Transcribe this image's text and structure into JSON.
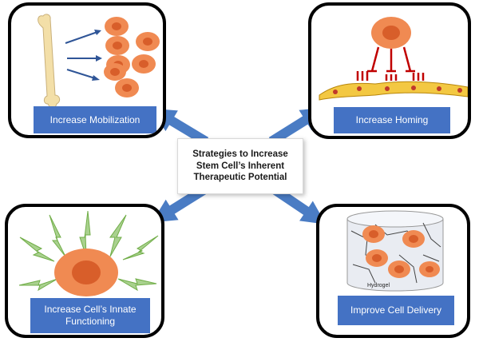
{
  "center": {
    "text": "Strategies to Increase Stem Cell’s Inherent Therapeutic Potential"
  },
  "panels": {
    "mobilization": {
      "label": "Increase Mobilization"
    },
    "homing": {
      "label": "Increase Homing"
    },
    "functioning": {
      "label": "Increase Cell’s Innate Functioning"
    },
    "delivery": {
      "label": "Improve Cell Delivery",
      "hydrogel_text": "Hydrogel"
    }
  },
  "colors": {
    "label_bg": "#4472c4",
    "arrow": "#4a7cc4",
    "cell_outer": "#f08a52",
    "cell_nucleus": "#d85e2a",
    "bone": "#f3dfa8",
    "receptor": "#c00000",
    "endothelium": "#f3c842",
    "signal": "#a9d18e"
  }
}
